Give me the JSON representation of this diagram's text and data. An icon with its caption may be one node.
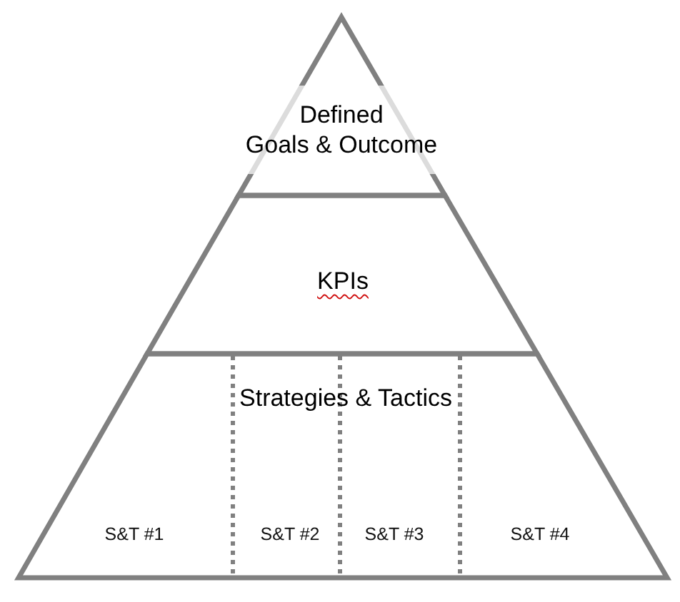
{
  "diagram": {
    "nodes": [
      {
        "text": [
          "Defined Goals & Outcome"
        ]
      },
      {
        "text": [
          "KPIs"
        ]
      },
      {
        "text": [
          "Strategies & Tactics"
        ]
      },
      {
        "text": [
          "S&T #1"
        ],
        "in": 2
      },
      {
        "text": [
          "S&T #2"
        ],
        "in": 2
      },
      {
        "text": [
          "S&T #3"
        ],
        "in": 2
      },
      {
        "text": [
          "S&T #4"
        ],
        "in": 2
      }
    ],
    "edges": []
  }
}
